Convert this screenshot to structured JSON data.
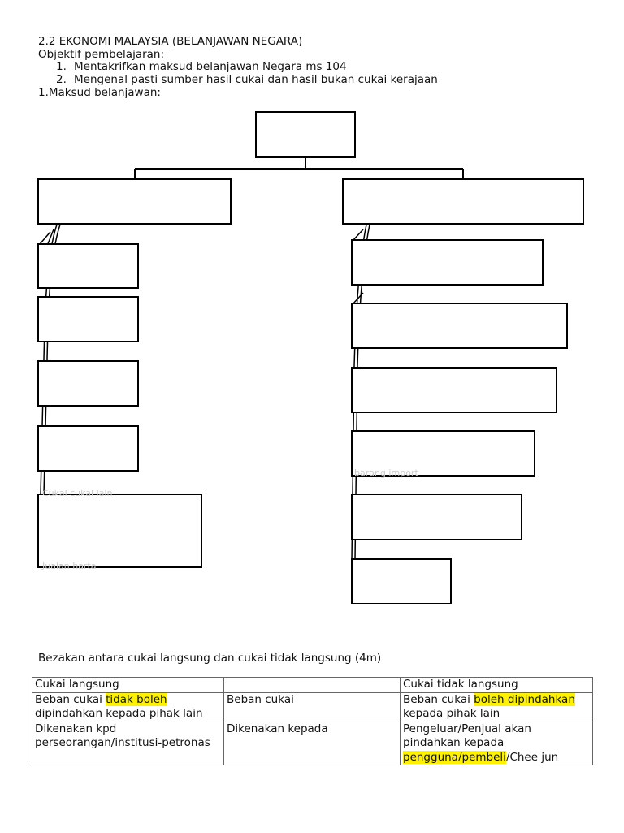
{
  "header": {
    "title": "2.2 EKONOMI MALAYSIA (BELANJAWAN NEGARA)",
    "objectives_label": "Objektif pembelajaran:",
    "objectives": [
      {
        "num": "1.",
        "text": "Mentakrifkan maksud belanjawan Negara ms 104"
      },
      {
        "num": "2.",
        "text": "Mengenal pasti sumber hasil cukai dan hasil bukan cukai kerajaan"
      }
    ],
    "section_label": "1.Maksud belanjawan:"
  },
  "diagram": {
    "ghost_right": "barang import",
    "ghost_left_1": "Cukai cukai lain",
    "ghost_left_2": "Jualan harta"
  },
  "comparison": {
    "question": "Bezakan antara cukai langsung dan cukai tidak langsung (4m)",
    "headers": [
      "Cukai langsung",
      "",
      "Cukai tidak langsung"
    ],
    "rows": [
      {
        "left_a": "Beban cukai ",
        "left_hl": "tidak boleh",
        "left_b": " dipindahkan kepada pihak lain",
        "middle": "Beban cukai",
        "right_a": "Beban cukai ",
        "right_hl1": "boleh ",
        "right_hl2": "dipindahkan",
        "right_b": " kepada pihak lain"
      },
      {
        "left": "Dikenakan kpd perseorangan/institusi-petronas",
        "middle": "Dikenakan kepada",
        "right_a": "Pengeluar/Penjual akan pindahkan kepada ",
        "right_hl": "pengguna/pembeli",
        "right_b": "/Chee jun"
      }
    ]
  }
}
